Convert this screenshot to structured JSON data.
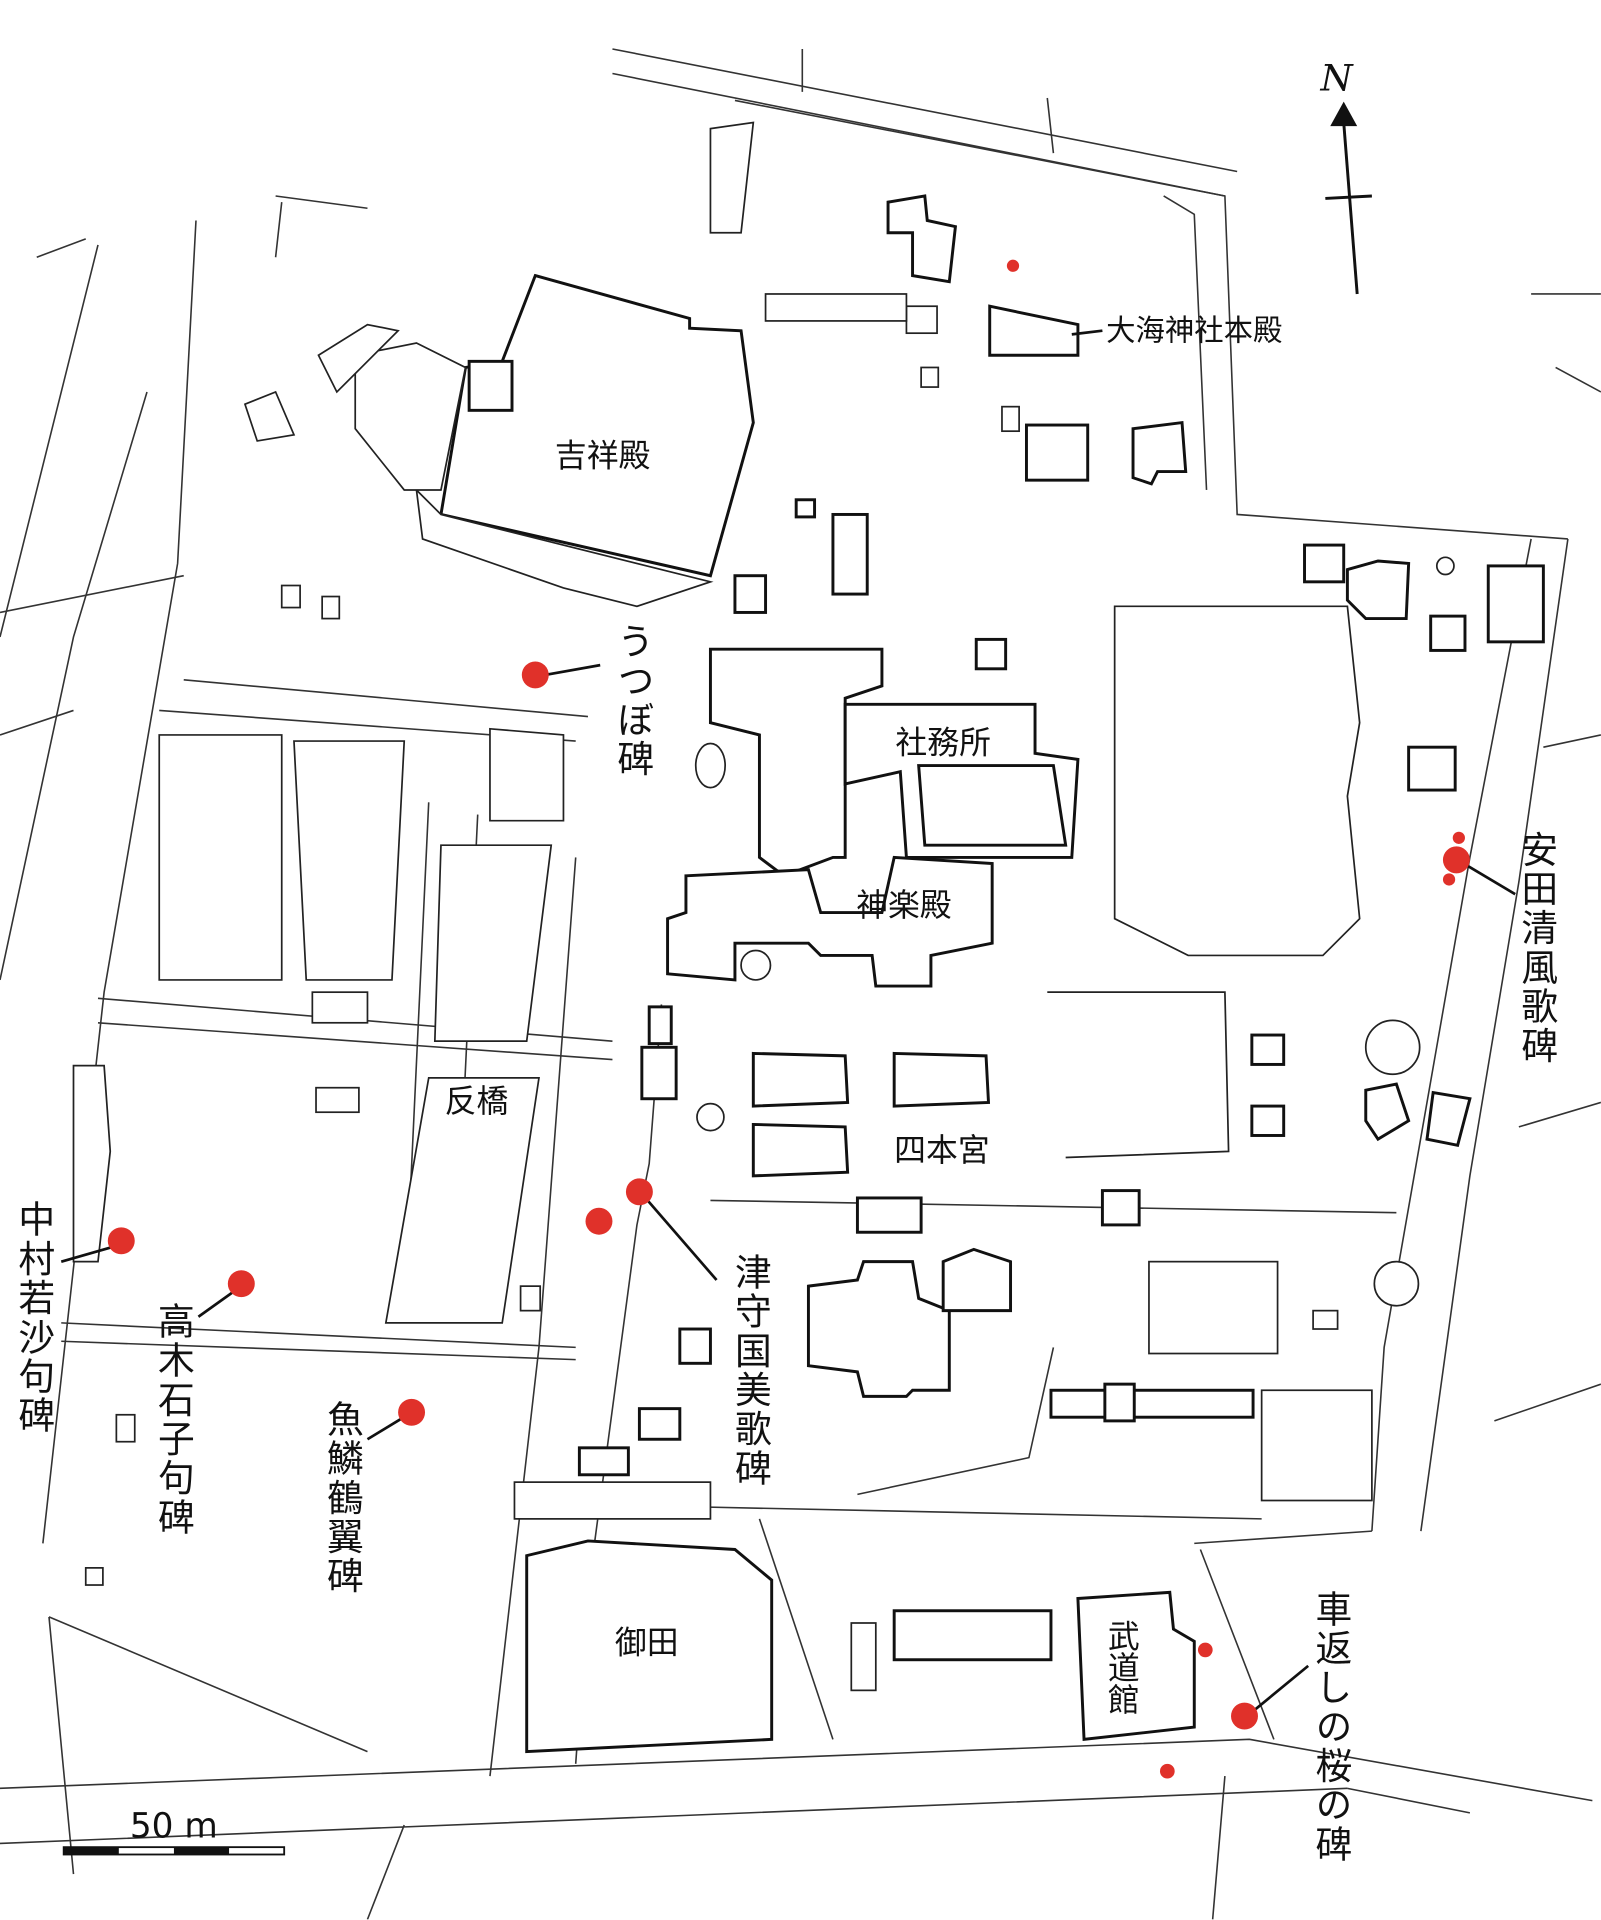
{
  "map": {
    "north_label": "N",
    "scale_label": "50 m",
    "marker_color": "#e0312a",
    "buildings": {
      "daikai_honden": "大海神社本殿",
      "kisshoden": "吉祥殿",
      "shamusho": "社務所",
      "kaguraden": "神楽殿",
      "sorihashi": "反橋",
      "shihongu": "四本宮",
      "onta": "御田",
      "budokan": "武道館"
    },
    "monuments": {
      "utsubo": "うつぼ碑",
      "yasuda": "安田清風歌碑",
      "nakamura": "中村若沙句碑",
      "takagi": "高木石子句碑",
      "gyorin": "魚鱗鶴翼碑",
      "tsumori": "津守国美歌碑",
      "kurumagaeshi": "車返しの桜の碑"
    }
  }
}
